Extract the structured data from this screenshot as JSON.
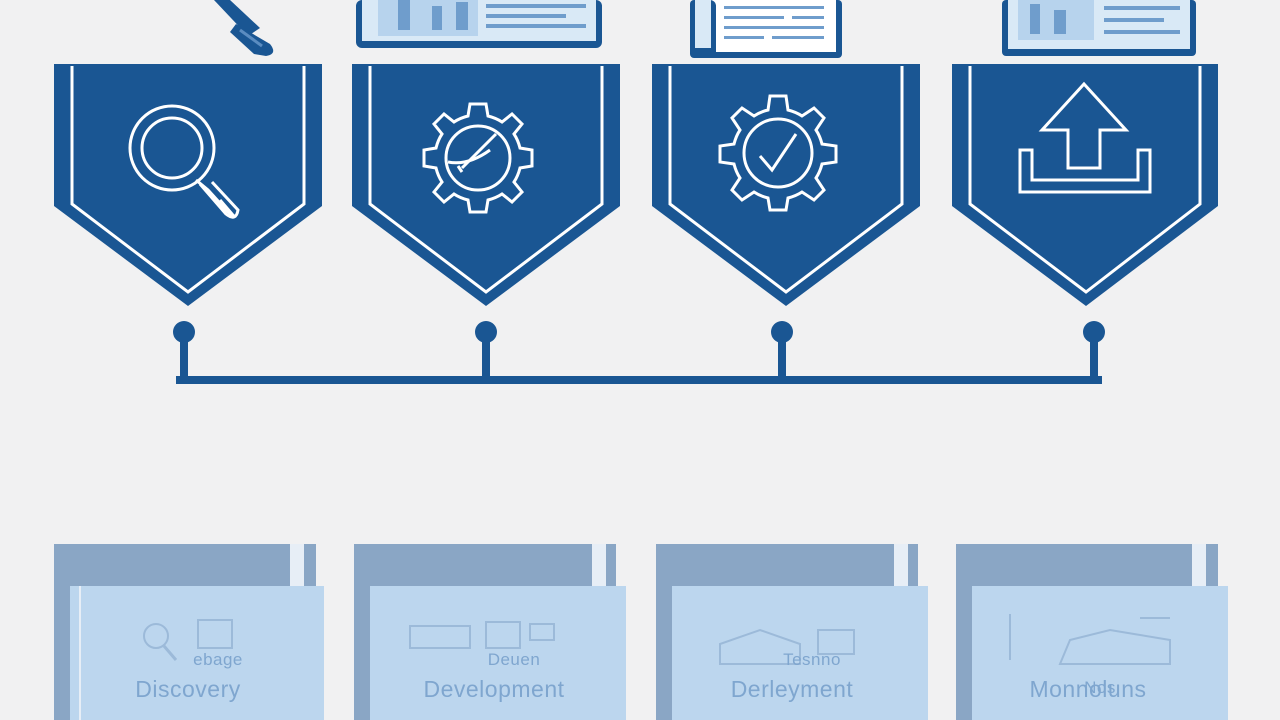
{
  "colors": {
    "primary": "#1a5693",
    "light": "#bcd6ee",
    "muted": "#8aa6c5",
    "background": "#f1f1f2"
  },
  "stages": [
    {
      "icon": "magnifier-icon",
      "top_icon": "pen-icon",
      "bottom_small": "ebage",
      "bottom_label": "Discovery"
    },
    {
      "icon": "gear-pen-icon",
      "top_icon": "blueprint-document-icon",
      "bottom_small": "Deuen",
      "bottom_label": "Development"
    },
    {
      "icon": "gear-check-icon",
      "top_icon": "scroll-document-icon",
      "bottom_small": "Tesnno",
      "bottom_label": "Derleyment"
    },
    {
      "icon": "upload-arrow-icon",
      "top_icon": "monitor-document-icon",
      "bottom_small": "Nos",
      "bottom_label": "Monnoluns"
    }
  ]
}
